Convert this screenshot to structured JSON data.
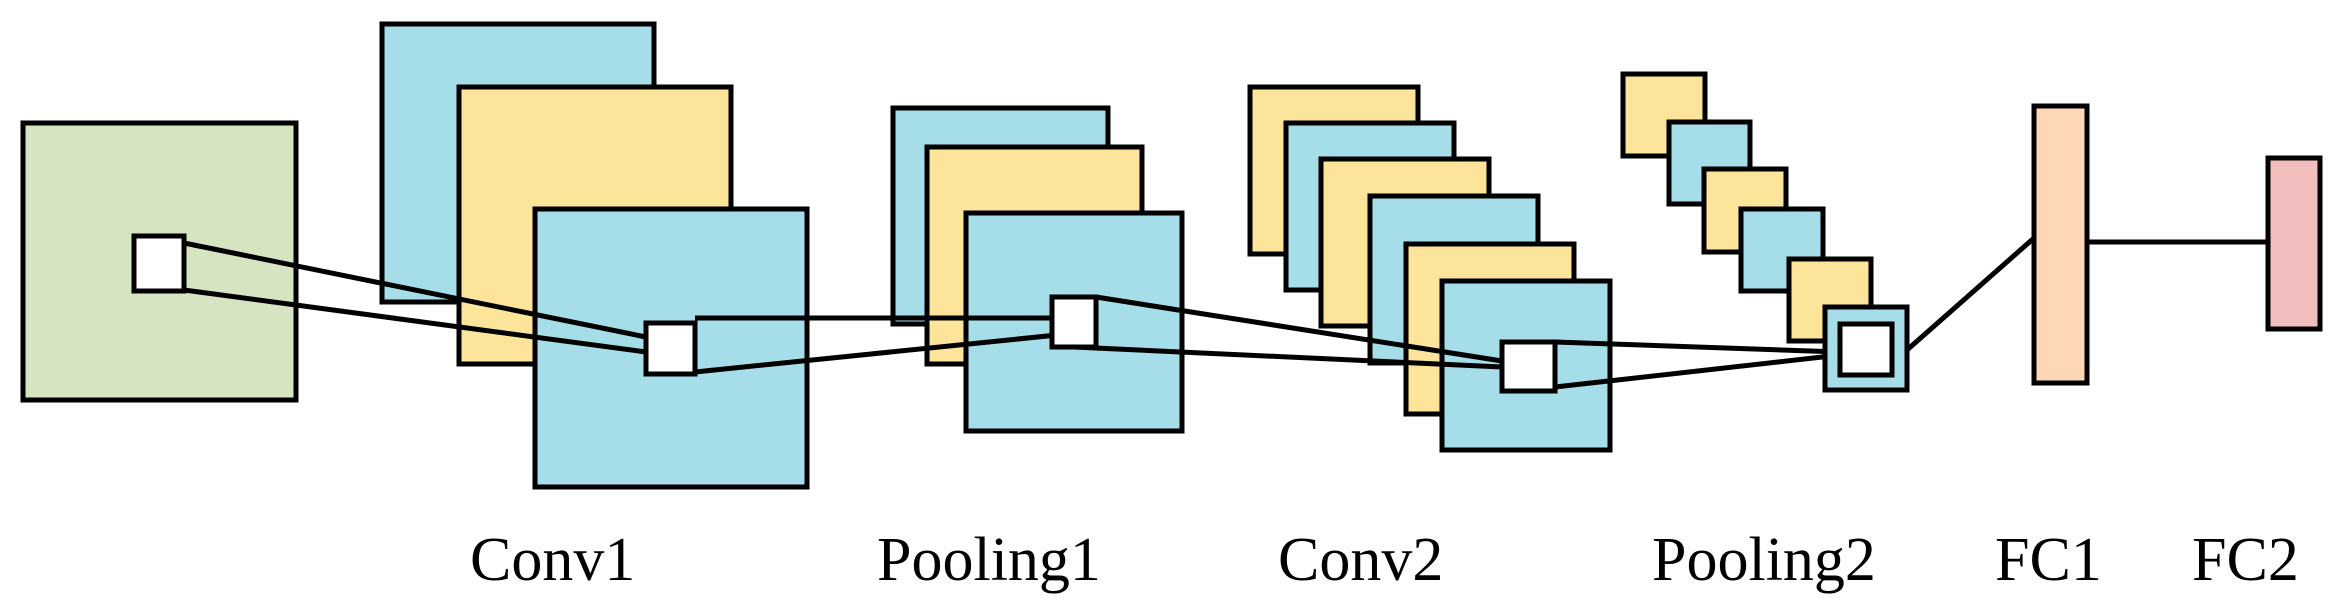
{
  "diagram": {
    "title": "",
    "colors": {
      "input_fill": "#D5E4C1",
      "blue_fill": "#A5DDE8",
      "yellow_fill": "#FCE49A",
      "fc1_fill": "#FDD7B6",
      "fc2_fill": "#F2BDBD",
      "stroke": "#000000",
      "kernel_fill": "#ffffff"
    },
    "labels": {
      "conv1": "Conv1",
      "pooling1": "Pooling1",
      "conv2": "Conv2",
      "pooling2": "Pooling2",
      "fc1": "FC1",
      "fc2": "FC2"
    }
  }
}
